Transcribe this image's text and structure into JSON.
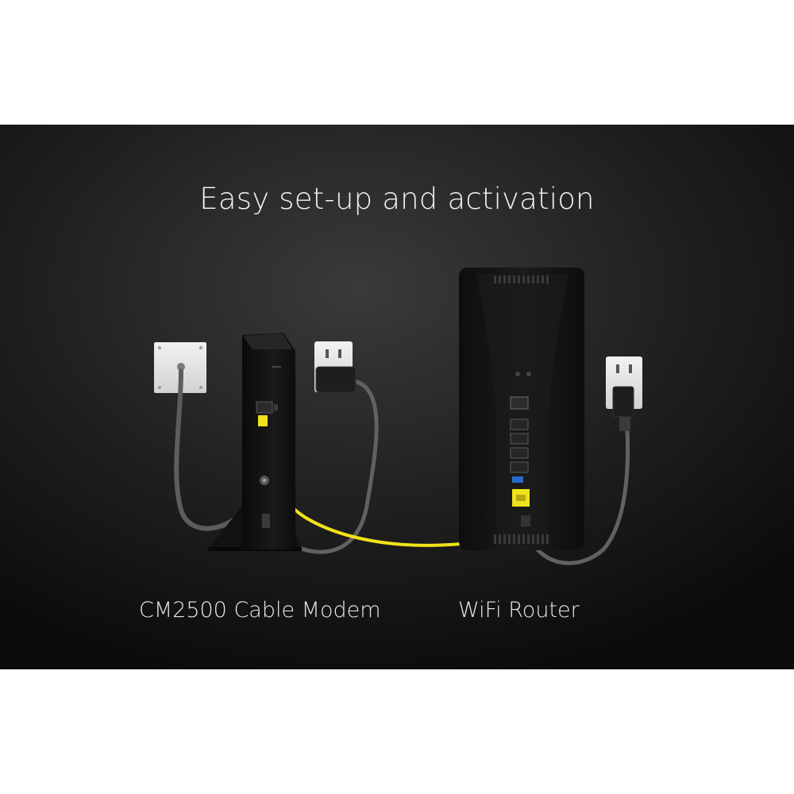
{
  "headline": "Easy set-up and activation",
  "labels": {
    "modem": "CM2500 Cable Modem",
    "router": "WiFi Router"
  },
  "colors": {
    "background_center": "#3a3a3a",
    "background_edge": "#0b0b0b",
    "ethernet_cable": "#f2e21b",
    "coax_cable": "#5d5d5d",
    "power_cable": "#616161",
    "device_body": "#141414",
    "wall_plate": "#e6e6e6"
  },
  "icons": {
    "coax_wall_plate": "coax-wall-plate-icon",
    "power_outlet": "power-outlet-icon",
    "modem": "cable-modem-icon",
    "router": "wifi-router-icon"
  }
}
